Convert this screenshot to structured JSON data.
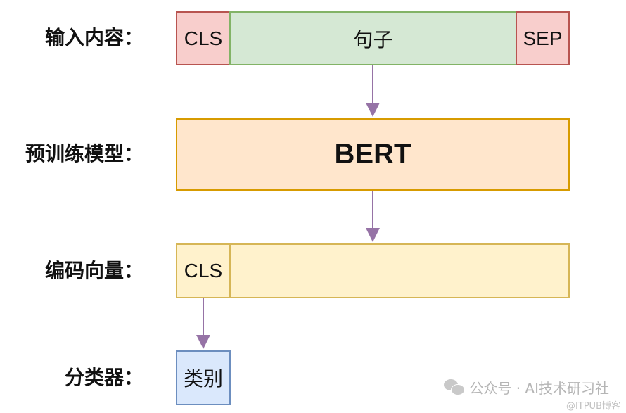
{
  "labels": {
    "input": "输入内容：",
    "model": "预训练模型：",
    "encoding": "编码向量：",
    "classifier": "分类器："
  },
  "input_row": {
    "cls": "CLS",
    "sentence": "句子",
    "sep": "SEP"
  },
  "model_row": {
    "name": "BERT"
  },
  "encoding_row": {
    "cls": "CLS"
  },
  "classifier_row": {
    "label": "类别"
  },
  "watermark": {
    "text": "公众号 · AI技术研习社",
    "icon": "wechat-icon",
    "source": "@ITPUB博客"
  },
  "colors": {
    "arrow": "#9673a6",
    "cls_fill": "#f8cecc",
    "sentence_fill": "#d5e8d4",
    "model_fill": "#ffe6cc",
    "encoding_fill": "#fff2cc",
    "classifier_fill": "#dae8fc"
  }
}
